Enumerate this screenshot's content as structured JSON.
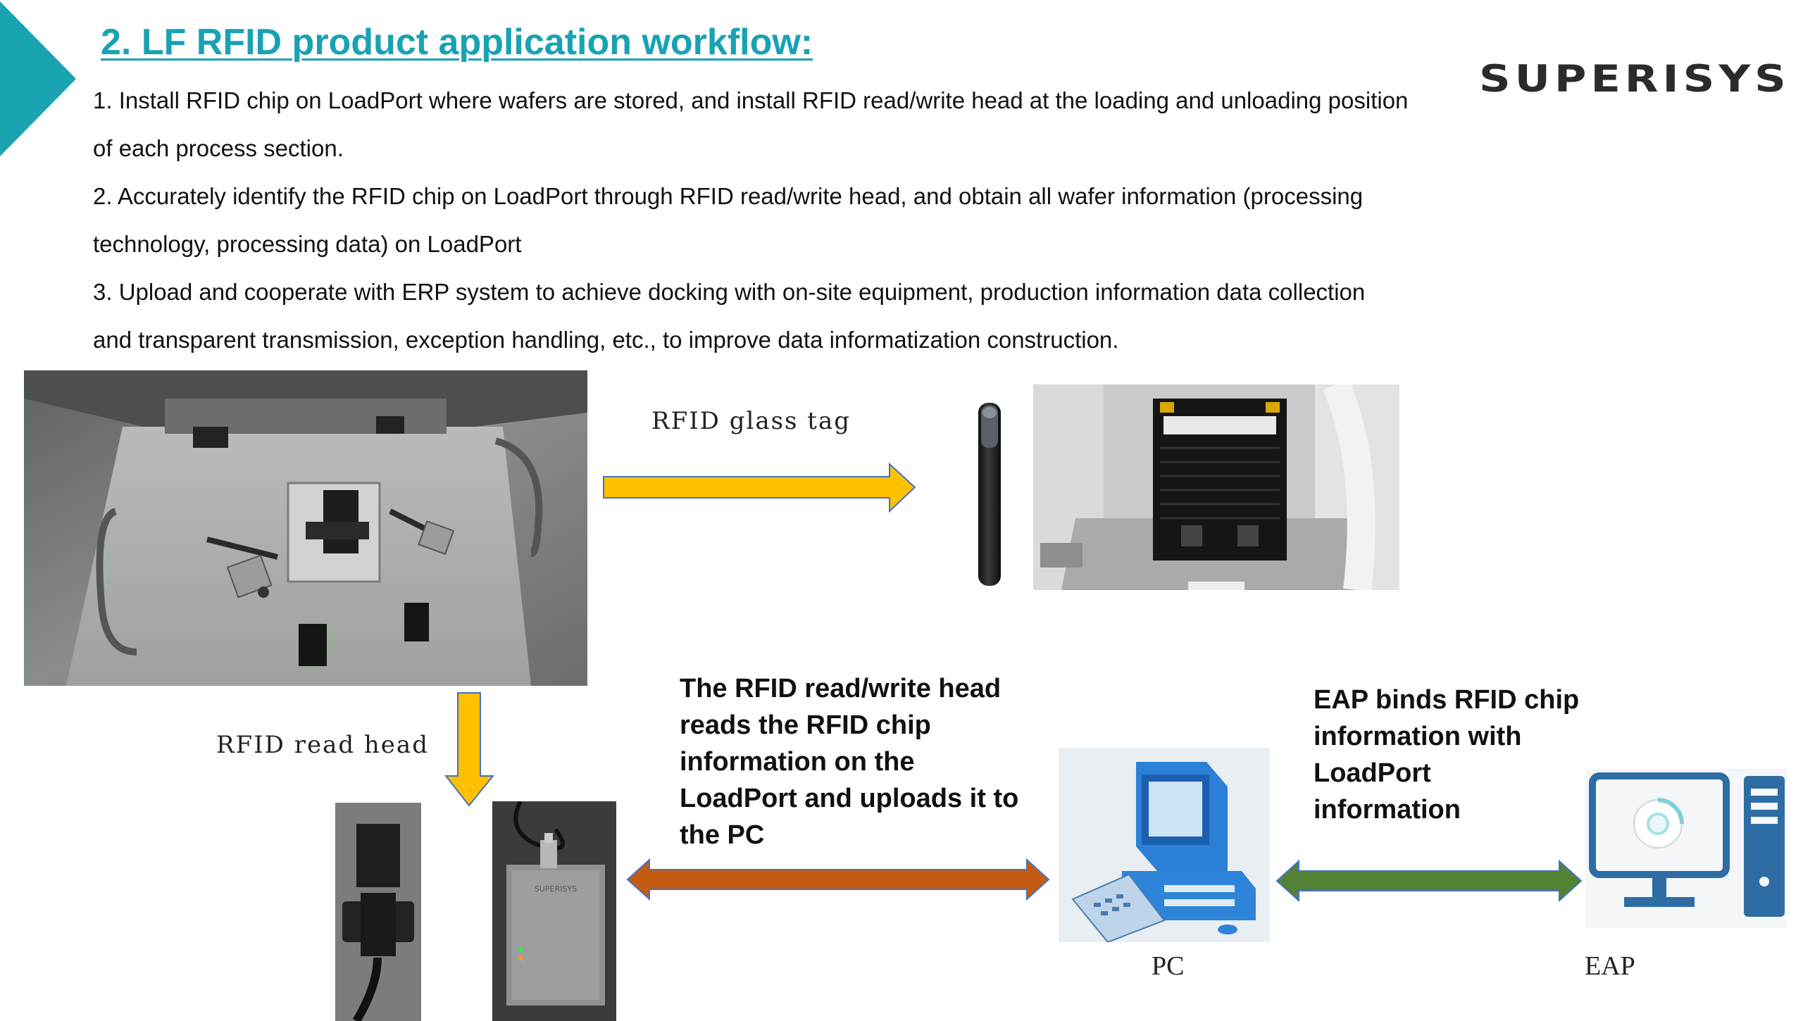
{
  "title": "2. LF RFID product application workflow:",
  "logo_text": "SUPERISYS",
  "paragraphs": [
    "1. Install RFID chip on LoadPort where wafers are stored, and install RFID read/write head at the loading and unloading position",
    "of each process section.",
    "2. Accurately identify the RFID chip on LoadPort through RFID read/write head, and obtain all wafer information (processing",
    "technology, processing data) on LoadPort",
    "3. Upload and cooperate with ERP system to achieve docking with on-site equipment, production information data collection",
    "and transparent transmission, exception handling, etc., to improve data informatization construction."
  ],
  "labels": {
    "glass_tag": "RFID glass tag",
    "read_head": "RFID read head",
    "pc": "PC",
    "eap": "EAP"
  },
  "captions": {
    "upload": [
      "The RFID read/write head",
      "reads the RFID chip",
      "information on the",
      "LoadPort and uploads it to",
      "the PC"
    ],
    "bind": [
      "EAP binds RFID chip",
      "information with",
      "LoadPort",
      "information"
    ]
  },
  "device_text": "SUPERISYS",
  "colors": {
    "accent": "#1aa3b0",
    "arrow_yellow": "#ffc000",
    "arrow_orange": "#c55a11",
    "arrow_green": "#548235",
    "arrow_outline": "#4472c4"
  }
}
